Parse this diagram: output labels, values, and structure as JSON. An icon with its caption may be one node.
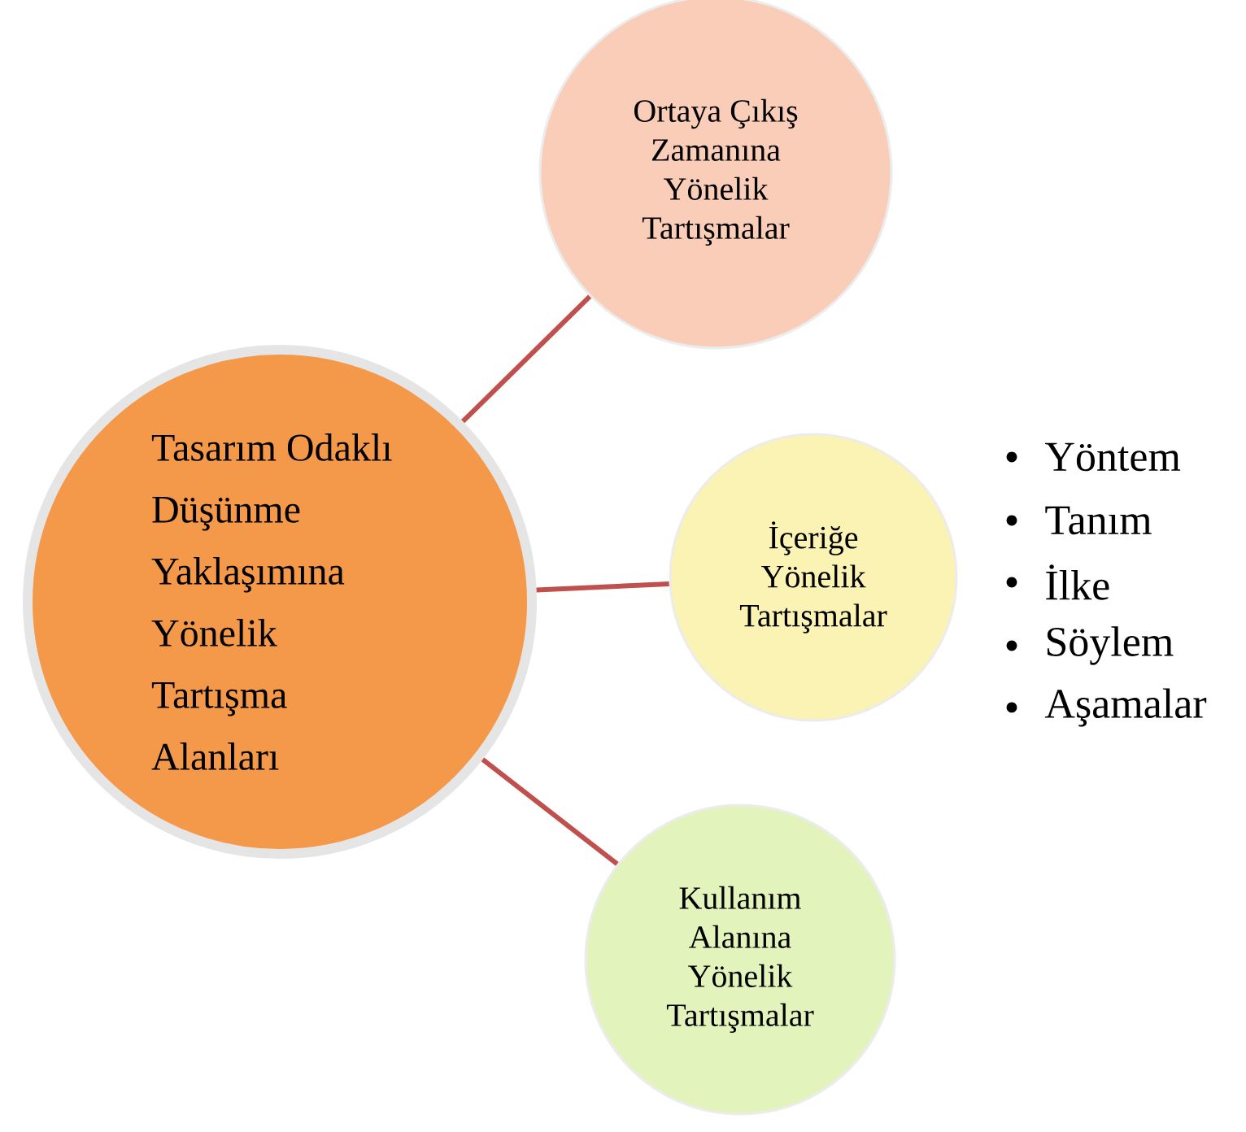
{
  "diagram": {
    "nodes": [
      {
        "text": [
          "Tasarım Odaklı Düşünme Yaklaşımına Yönelik Tartışma Alanları"
        ]
      },
      {
        "text": [
          "Ortaya Çıkış Zamanına Yönelik Tartışmalar"
        ]
      },
      {
        "text": [
          "İçeriğe Yönelik Tartışmalar"
        ]
      },
      {
        "text": [
          "Kullanım Alanına Yönelik Tartışmalar"
        ]
      }
    ],
    "edges": [
      {
        "from": 0,
        "to": 1,
        "arrow": "none"
      },
      {
        "from": 0,
        "to": 2,
        "arrow": "none"
      },
      {
        "from": 0,
        "to": 3,
        "arrow": "none"
      }
    ],
    "labels": [
      "Yöntem",
      "Tanım",
      "İlke",
      "Söylem",
      "Aşamalar"
    ]
  }
}
